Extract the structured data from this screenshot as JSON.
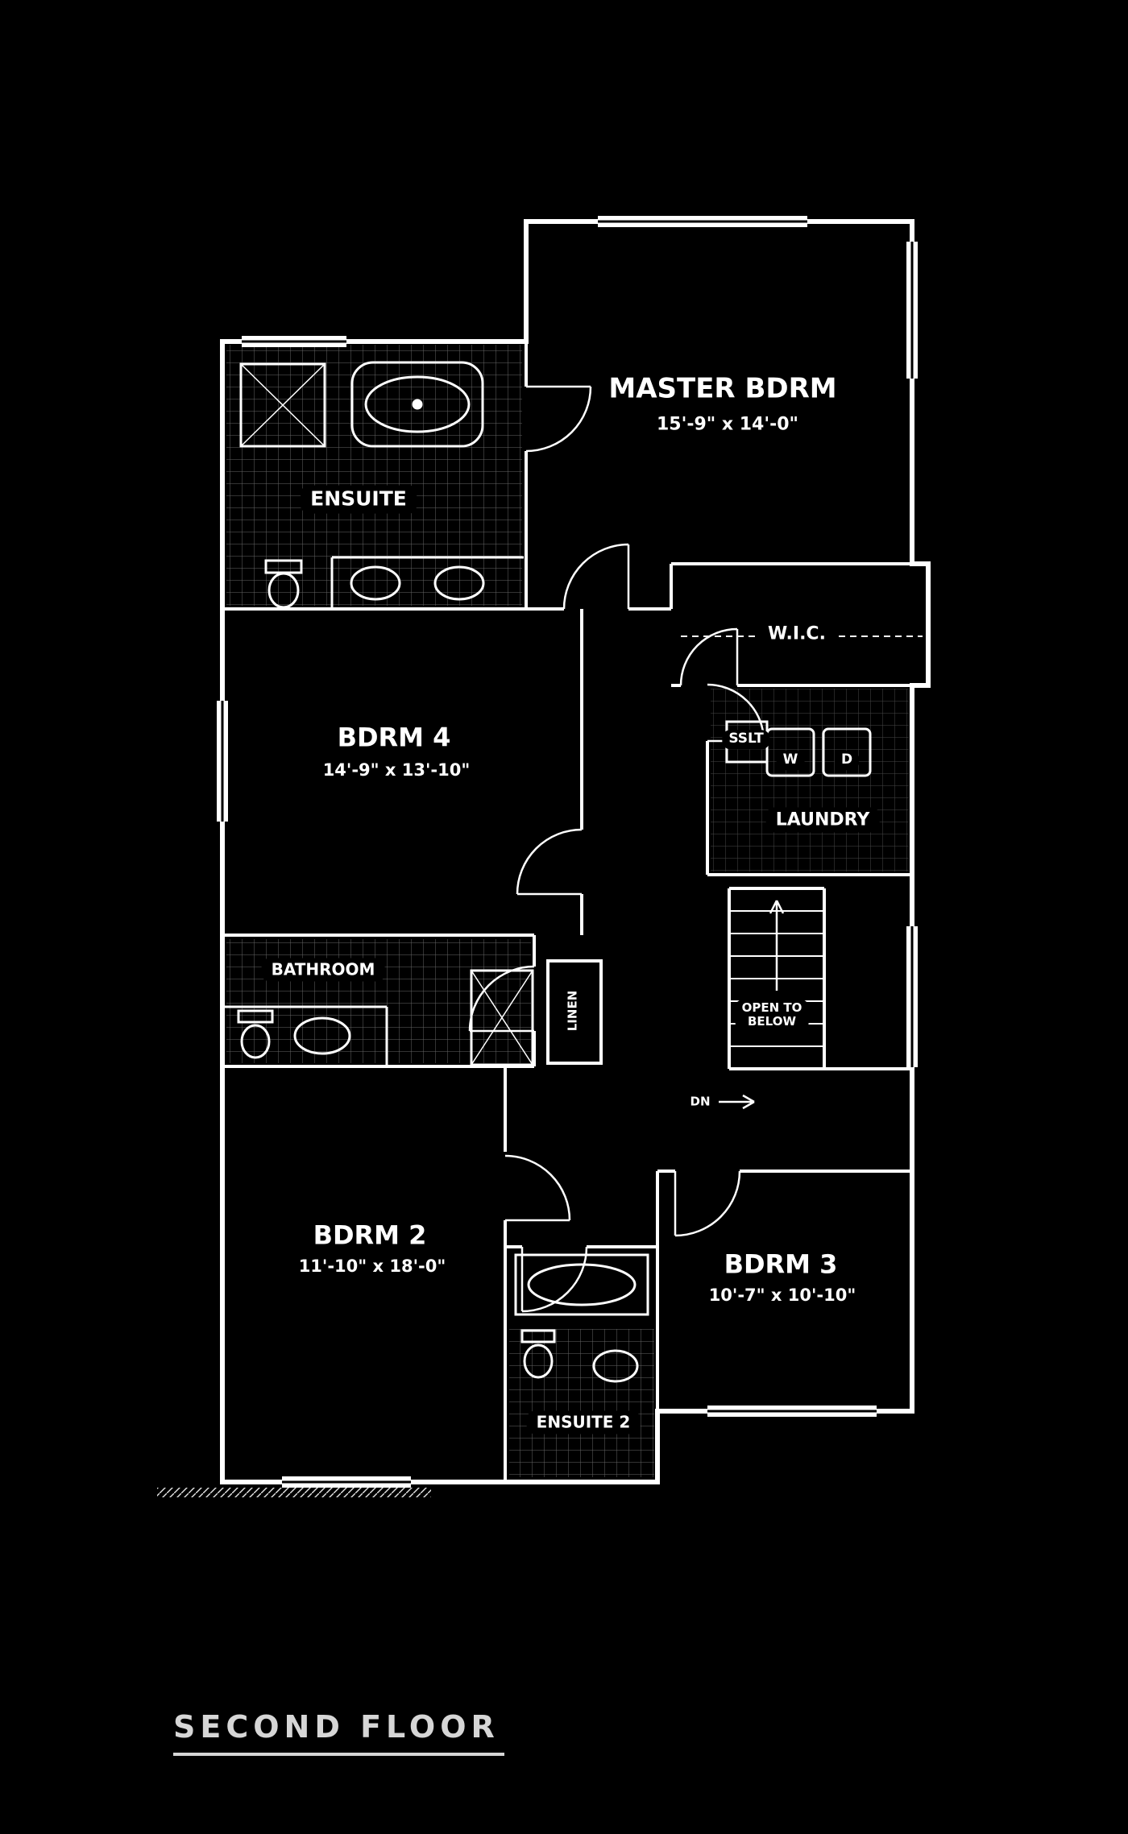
{
  "page": {
    "title": "SECOND FLOOR"
  },
  "colors": {
    "background": "#000000",
    "line": "#ffffff",
    "label_background": "#000000",
    "label_text": "#ffffff"
  },
  "labels": {
    "master": {
      "name": "MASTER BDRM",
      "dims": "15'-9\" x 14'-0\""
    },
    "ensuite": {
      "name": "ENSUITE"
    },
    "wic": {
      "name": "W.I.C."
    },
    "bdrm4": {
      "name": "BDRM 4",
      "dims": "14'-9\" x 13'-10\""
    },
    "sslt": {
      "name": "SSLT"
    },
    "washer": {
      "name": "W"
    },
    "dryer": {
      "name": "D"
    },
    "laundry": {
      "name": "LAUNDRY"
    },
    "bathroom": {
      "name": "BATHROOM"
    },
    "linen": {
      "name": "LINEN"
    },
    "open_to_below": {
      "line1": "OPEN TO",
      "line2": "BELOW"
    },
    "down": {
      "name": "DN"
    },
    "bdrm2": {
      "name": "BDRM 2",
      "dims": "11'-10\" x 18'-0\""
    },
    "bdrm3": {
      "name": "BDRM 3",
      "dims": "10'-7\" x 10'-10\""
    },
    "ensuite2": {
      "name": "ENSUITE 2"
    }
  }
}
